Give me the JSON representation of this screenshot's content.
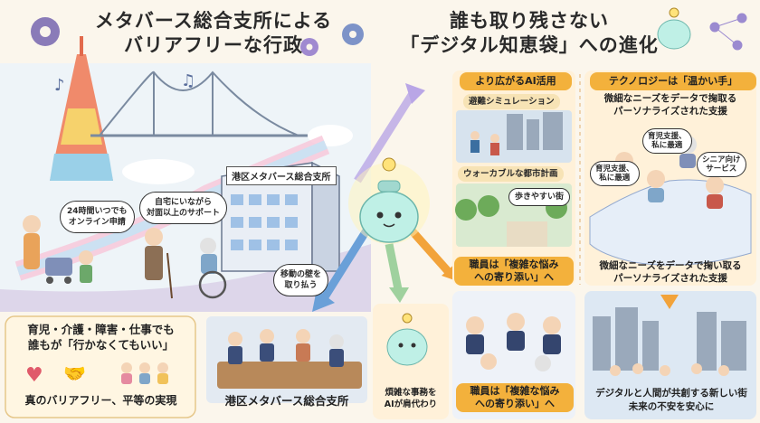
{
  "left": {
    "title_lines": [
      "メタバース総合支所による",
      "バリアフリーな行政"
    ],
    "bubble_online": [
      "24時間いつでも",
      "オンライン申請"
    ],
    "bubble_home": [
      "自宅にいながら",
      "対面以上のサポート"
    ],
    "bubble_wall": [
      "移動の壁を",
      "取り払う"
    ],
    "building_sign": "港区メタバース総合支所",
    "box_lines": [
      "育児・介護・障害・仕事でも",
      "誰もが「行かなくてもいい」"
    ],
    "box_caption": "真のバリアフリー、平等の実現",
    "office_caption": "港区メタバース総合支所"
  },
  "right": {
    "title_lines": [
      "誰も取り残さない",
      "「デジタル知恵袋」への進化"
    ],
    "ai_tag": "より広がるAI活用",
    "sim_label": "避難シミュレーション",
    "walk_label": "ウォーカブルな都市計画",
    "walk_bubble": "歩きやすい街",
    "staff_tag_lines": [
      "職員は「複雑な悩み",
      "への寄り添い」へ"
    ],
    "staff_tag2_lines": [
      "職員は「複雑な悩み",
      "への寄り添い」へ"
    ],
    "mascot_caption": [
      "煩雑な事務を",
      "AIが肩代わり"
    ],
    "tech_tag": "テクノロジーは「温かい手」",
    "tech_top_lines": [
      "微細なニーズをデータで掬取る",
      "パーソナライズされた支援"
    ],
    "bubble_child": [
      "育児支援、",
      "私に最適"
    ],
    "bubble_child2": [
      "育児支援、",
      "私に最適"
    ],
    "bubble_senior": [
      "シニア向け",
      "サービス"
    ],
    "tech_bottom_lines": [
      "微細なニーズをデータで掬い取る",
      "パーソナライズされた支援"
    ],
    "city_caption": [
      "デジタルと人間が共創する新しい街",
      "未来の不安を安心に"
    ]
  },
  "colors": {
    "background": "#fbf6ec",
    "accent": "#f3b13c",
    "sky": "#dbe9f5",
    "mascot": "#bff0e6"
  }
}
